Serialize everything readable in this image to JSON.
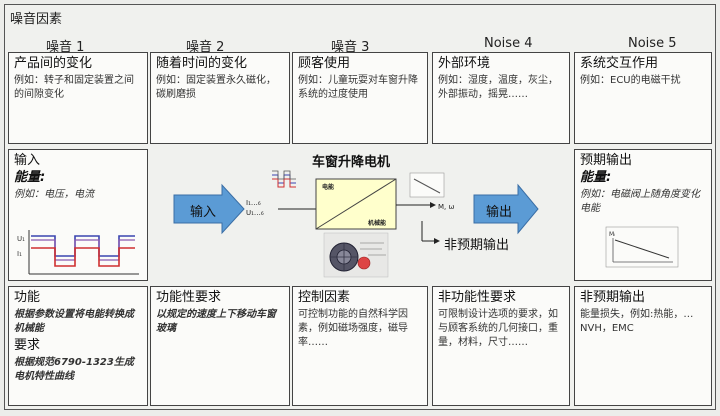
{
  "header": {
    "title": "噪音因素"
  },
  "noise_labels": [
    "噪音 1",
    "噪音 2",
    "噪音 3",
    "Noise 4",
    "Noise 5"
  ],
  "top_boxes": [
    {
      "title": "产品间的变化",
      "text": "例如：转子和固定装置之间的间隙变化"
    },
    {
      "title": "随着时间的变化",
      "text": "例如：固定装置永久磁化，碳刷磨损"
    },
    {
      "title": "顾客使用",
      "text": "例如：儿童玩耍对车窗升降系统的过度使用"
    },
    {
      "title": "外部环境",
      "text": "例如：湿度，温度，灰尘，外部振动，摇晃……"
    },
    {
      "title": "系统交互作用",
      "text": "例如：ECU的电磁干扰"
    }
  ],
  "input_box": {
    "title": "输入",
    "energy": "能量:",
    "text": "例如：电压，电流",
    "graph_labels": [
      "U₁",
      "I₁"
    ]
  },
  "output_box": {
    "title": "预期输出",
    "energy": "能量:",
    "text": "例如：电磁阀上随角度变化电能",
    "graph_label": "Mᵢ"
  },
  "center": {
    "title": "车窗升降电机",
    "input_arrow": "输入",
    "output_arrow": "输出",
    "unexpected_output": "非预期输出",
    "input_symbols": [
      "I₁…₆",
      "U₁…₆"
    ],
    "output_symbol": "M, ω",
    "block_top": "电能",
    "block_bottom": "机械能"
  },
  "bottom_boxes": [
    {
      "title": "功能",
      "text1": "根据参数设置将电能转换成机械能",
      "subtitle": "要求",
      "text2": "根据规范6790-1323生成电机特性曲线"
    },
    {
      "title": "功能性要求",
      "text": "以规定的速度上下移动车窗玻璃"
    },
    {
      "title": "控制因素",
      "text": "可控制功能的自然科学因素，例如磁场强度，磁导率……"
    },
    {
      "title": "非功能性要求",
      "text": "可限制设计选项的要求，如与顾客系统的几何接口，重量，材料，尺寸……"
    },
    {
      "title": "非预期输出",
      "text": "能量损失，例如:热能，…NVH，EMC"
    }
  ],
  "colors": {
    "arrow": "#5b9bd5",
    "block": "#ffffcc",
    "purple": "#6a5aa0"
  }
}
